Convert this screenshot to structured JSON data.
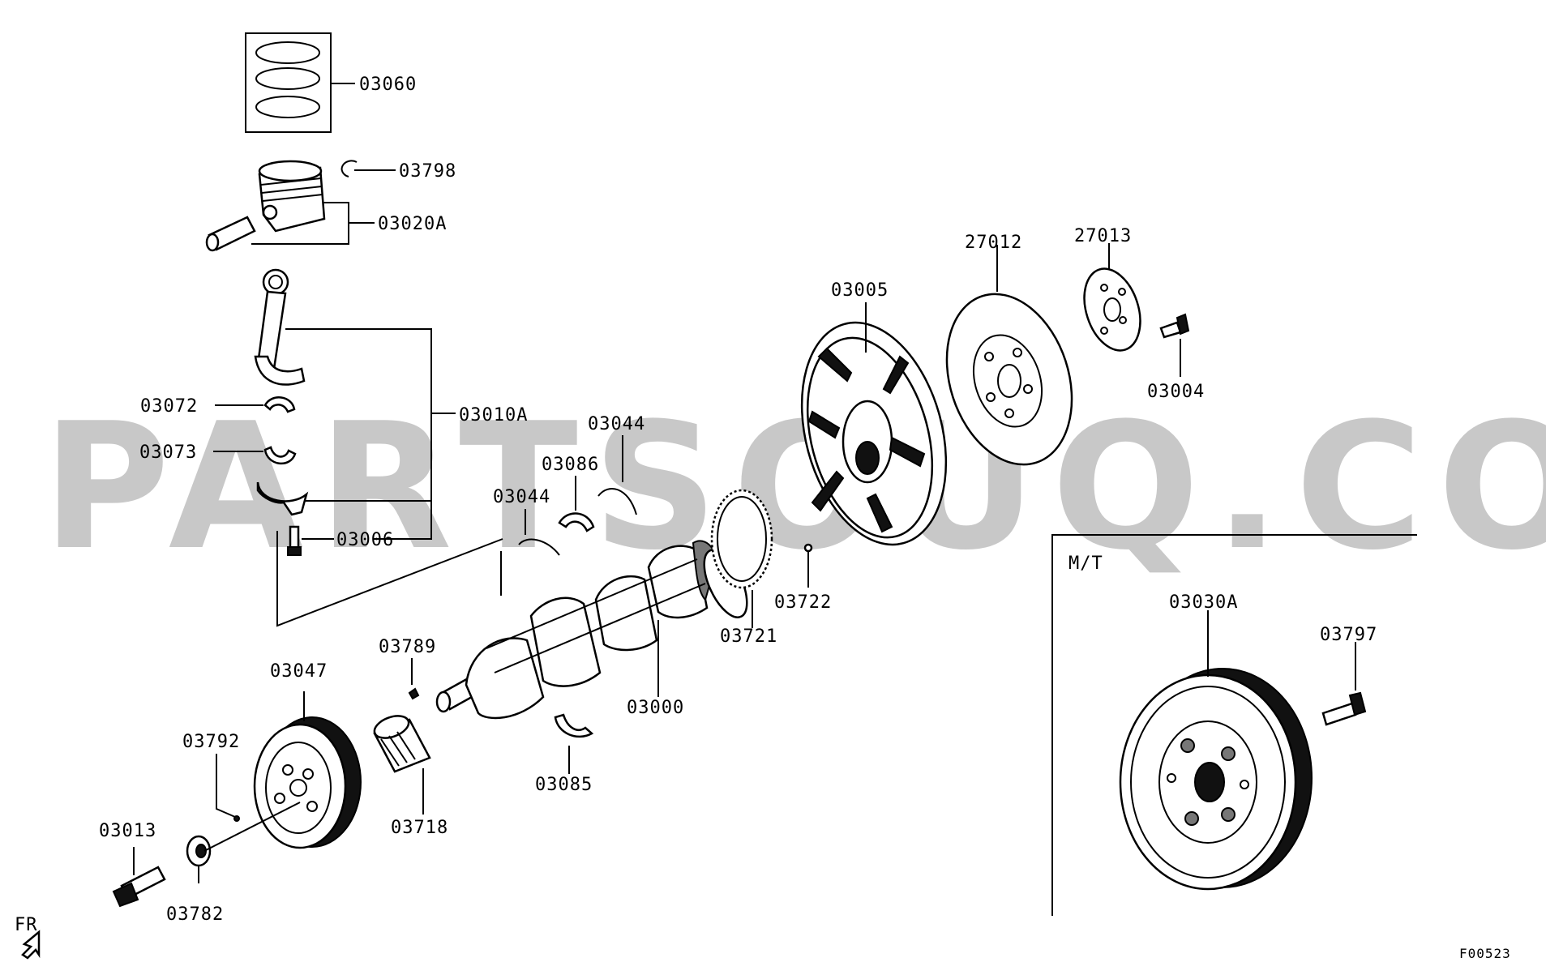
{
  "watermark": "PARTSOUQ.COM",
  "section_label": "M/T",
  "direction_label": "FR",
  "figure_code": "F00523",
  "parts": {
    "p03060": "03060",
    "p03798": "03798",
    "p03020A": "03020A",
    "p03010A": "03010A",
    "p03072": "03072",
    "p03073": "03073",
    "p03006": "03006",
    "p03044a": "03044",
    "p03044b": "03044",
    "p03086": "03086",
    "p03005": "03005",
    "p27012": "27012",
    "p27013": "27013",
    "p03004": "03004",
    "p03721": "03721",
    "p03722": "03722",
    "p03789": "03789",
    "p03047": "03047",
    "p03000": "03000",
    "p03792": "03792",
    "p03718": "03718",
    "p03085": "03085",
    "p03013": "03013",
    "p03782": "03782",
    "p03030A": "03030A",
    "p03797": "03797"
  }
}
